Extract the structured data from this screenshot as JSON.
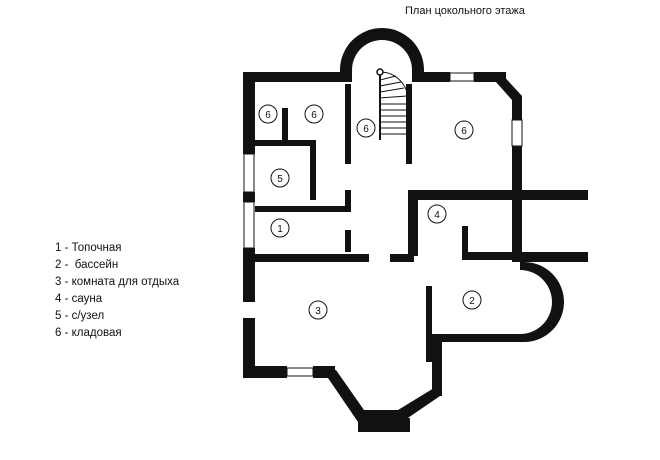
{
  "title": "План цокольного этажа",
  "legend": [
    "1 - Топочная",
    "2 -  бассейн",
    "3 - комната для отдыха",
    "4 - сауна",
    "5 - с/узел",
    "6 - кладовая"
  ],
  "room_labels": [
    "6",
    "6",
    "6",
    "6",
    "5",
    "1",
    "4",
    "3",
    "2"
  ],
  "colors": {
    "wall": "#111111",
    "background": "#ffffff"
  }
}
